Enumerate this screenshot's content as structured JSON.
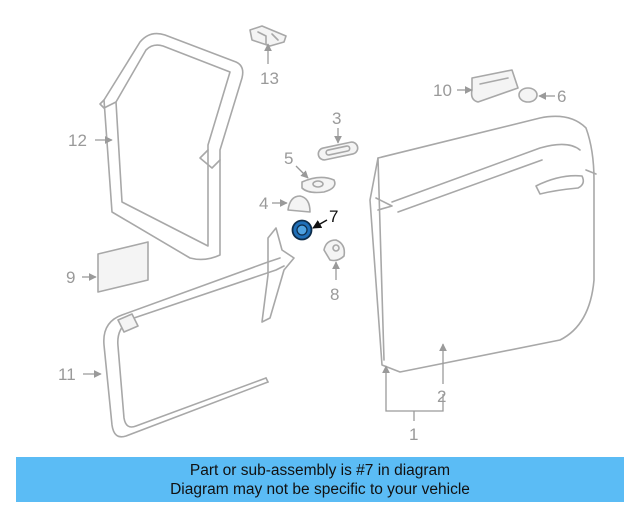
{
  "callouts": {
    "c1": "1",
    "c2": "2",
    "c3": "3",
    "c4": "4",
    "c5": "5",
    "c6": "6",
    "c7": "7",
    "c8": "8",
    "c9": "9",
    "c10": "10",
    "c11": "11",
    "c12": "12",
    "c13": "13"
  },
  "highlight": {
    "part_number": "7",
    "color": "#1f6fb8"
  },
  "banner": {
    "line1": "Part or sub-assembly is #7 in diagram",
    "line2": "Diagram may not be specific to your vehicle",
    "color": "#5bbcf5"
  }
}
